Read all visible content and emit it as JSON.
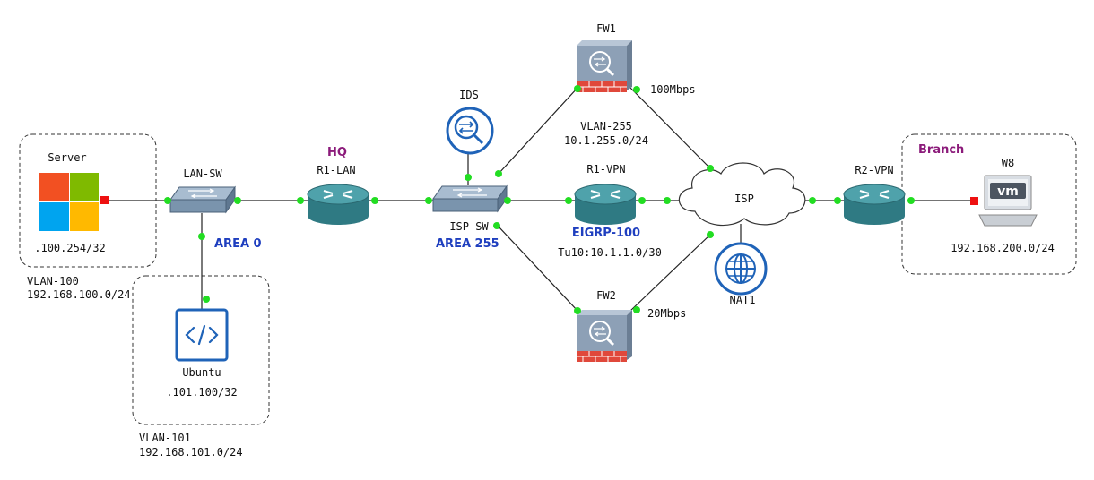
{
  "colors": {
    "router": "#3c8a93",
    "switch": "#7a94ad",
    "firewall_body": "#8da0b6",
    "firewall_brick": "#e0483b",
    "link_dot": "#22dd22",
    "access_dot": "#ee1111",
    "area_text": "#1f3fbf",
    "site_text": "#8b1a7a",
    "icon_blue": "#1f63b8"
  },
  "icons": {
    "server": "windows-logo-icon",
    "ubuntu": "code-brackets-icon",
    "ids": "magnifier-arrows-icon",
    "nat1": "globe-icon",
    "w8": "vm-monitor-icon",
    "firewall": "firewall-icon",
    "router": "router-icon",
    "switch": "switch-icon",
    "cloud": "cloud-icon"
  },
  "nodes": {
    "server": "Server",
    "lan_sw": "LAN-SW",
    "r1_lan": "R1-LAN",
    "isp_sw": "ISP-SW",
    "ids": "IDS",
    "fw1": "FW1",
    "fw2": "FW2",
    "r1_vpn": "R1-VPN",
    "isp": "ISP",
    "nat1": "NAT1",
    "r2_vpn": "R2-VPN",
    "w8": "W8",
    "ubuntu": "Ubuntu"
  },
  "labels": {
    "server_ip": ".100.254/32",
    "vlan100_name": "VLAN-100",
    "vlan100_net": "192.168.100.0/24",
    "ubuntu_ip": ".101.100/32",
    "vlan101_name": "VLAN-101",
    "vlan101_net": "192.168.101.0/24",
    "area0": "AREA 0",
    "area255": "AREA 255",
    "hq": "HQ",
    "branch": "Branch",
    "eigrp": "EIGRP-100",
    "tunnel": "Tu10:10.1.1.0/30",
    "vlan255_name": "VLAN-255",
    "vlan255_net": "10.1.255.0/24",
    "bw_fw1": "100Mbps",
    "bw_fw2": "20Mbps",
    "branch_net": "192.168.200.0/24",
    "vm_badge": "vm"
  }
}
